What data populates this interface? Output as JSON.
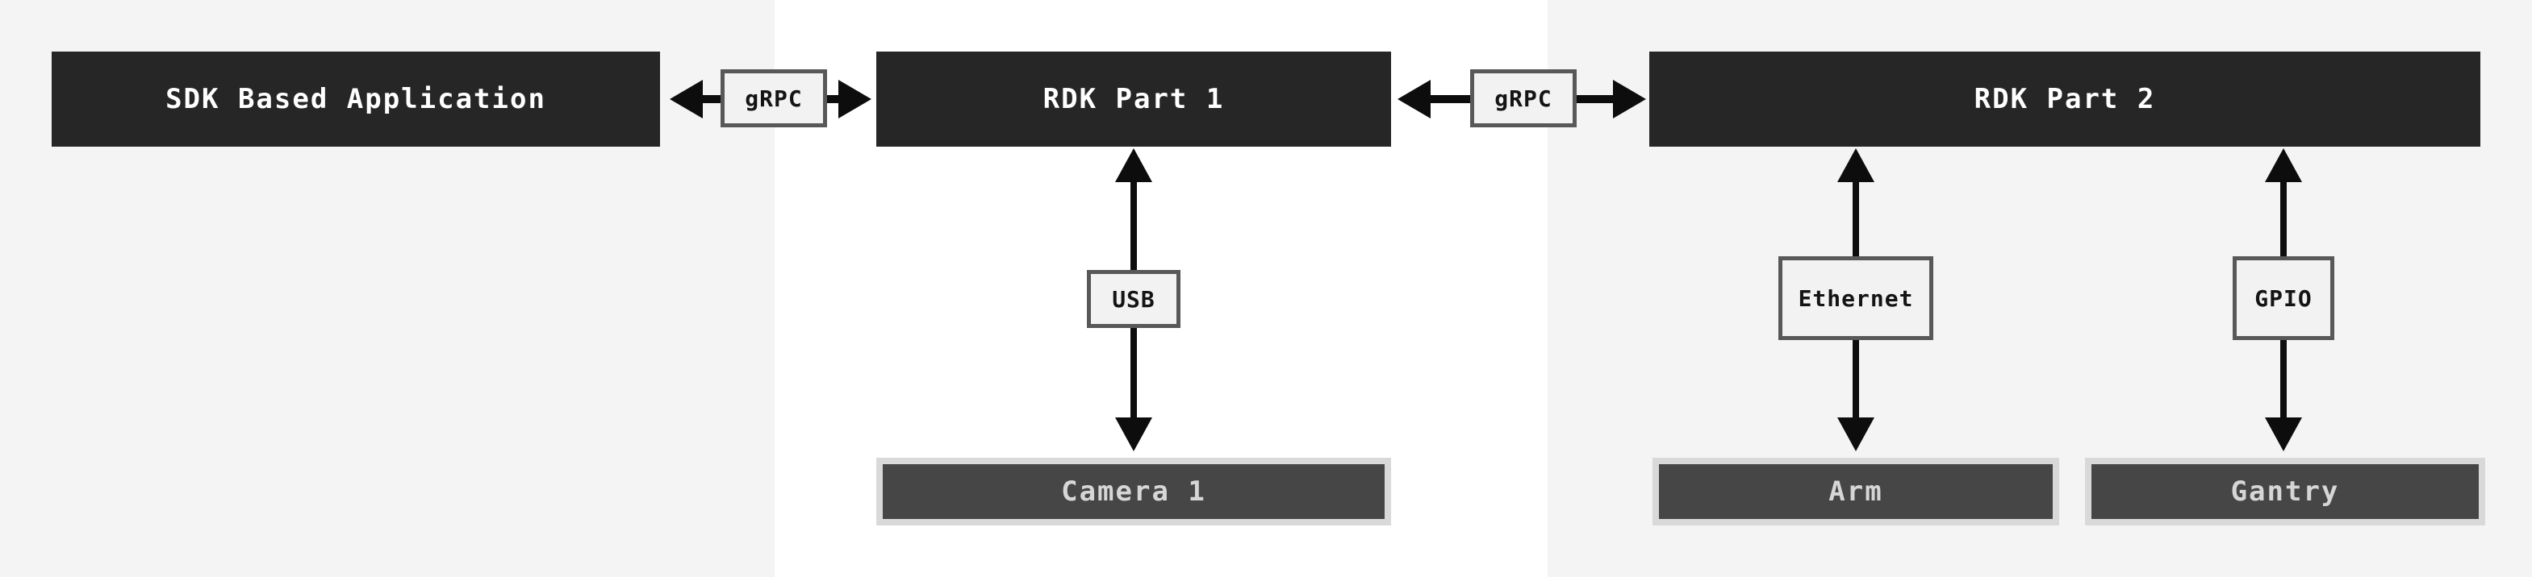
{
  "diagram": {
    "nodes": {
      "sdk_app": {
        "label": "SDK Based Application"
      },
      "rdk_part_1": {
        "label": "RDK Part 1"
      },
      "rdk_part_2": {
        "label": "RDK Part 2"
      },
      "camera_1": {
        "label": "Camera 1"
      },
      "arm": {
        "label": "Arm"
      },
      "gantry": {
        "label": "Gantry"
      }
    },
    "connectors": {
      "grpc_1": {
        "label": "gRPC"
      },
      "grpc_2": {
        "label": "gRPC"
      },
      "usb": {
        "label": "USB"
      },
      "ethernet": {
        "label": "Ethernet"
      },
      "gpio": {
        "label": "GPIO"
      }
    },
    "colors": {
      "panel_gray": "#f4f4f4",
      "panel_white": "#ffffff",
      "node_fill": "#262626",
      "node_text": "#ffffff",
      "subnode_fill": "#464646",
      "subnode_border": "#d9d9d9",
      "subnode_text": "#d6d6d6",
      "tag_fill": "#f2f2f2",
      "tag_border": "#585858",
      "tag_text": "#141414",
      "arrow": "#0d0d0d"
    }
  }
}
